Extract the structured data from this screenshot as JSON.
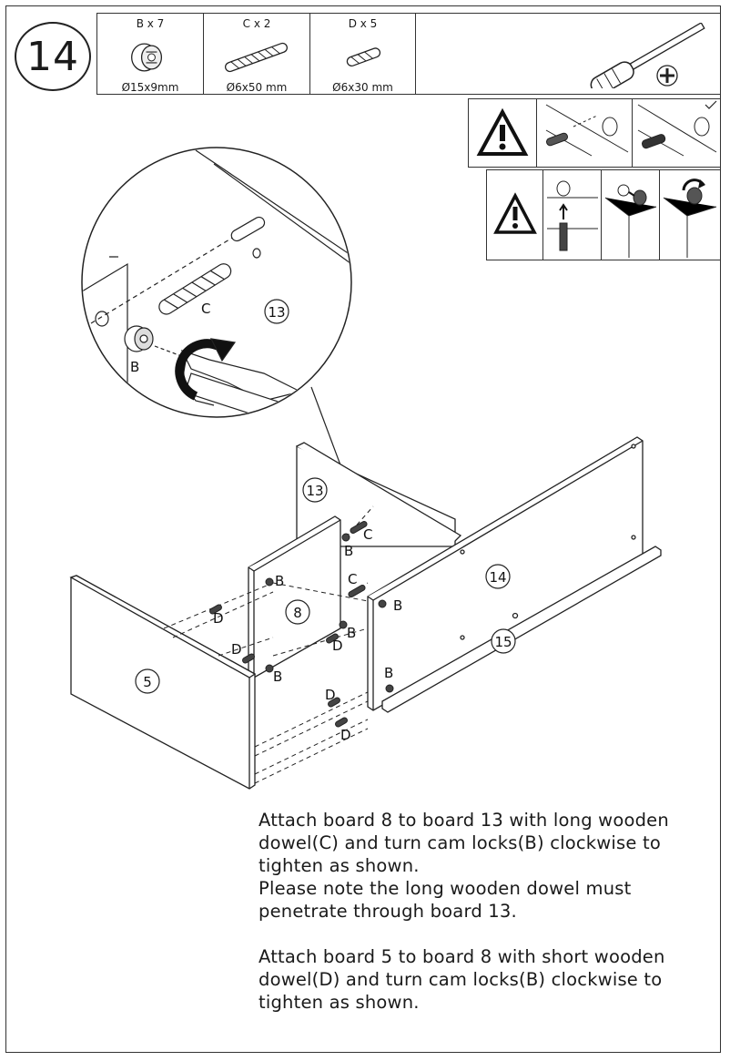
{
  "step": {
    "number": "14"
  },
  "parts": [
    {
      "label": "B x 7",
      "size": "Ø15x9mm",
      "icon": "cam-lock-icon"
    },
    {
      "label": "C x 2",
      "size": "Ø6x50 mm",
      "icon": "long-dowel-icon"
    },
    {
      "label": "D x 5",
      "size": "Ø6x30 mm",
      "icon": "short-dowel-icon"
    }
  ],
  "tool": {
    "icon": "phillips-screwdriver-icon"
  },
  "warnings": {
    "row1": [
      "warning-triangle-icon",
      "dowel-insert-icon",
      "dowel-insert-correct-icon"
    ],
    "row2": [
      "warning-triangle-icon",
      "cam-bolt-insert-icon",
      "cam-lock-align-icon",
      "cam-lock-turn-icon"
    ]
  },
  "diagram": {
    "boards": {
      "b13": "13",
      "b14": "14",
      "b15": "15",
      "b8": "8",
      "b5": "5"
    },
    "hardware_labels": {
      "cam": "B",
      "long_dowel": "C",
      "short_dowel": "D"
    }
  },
  "instructions": [
    "Attach board 8 to board 13 with long wooden\ndowel(C) and turn cam locks(B) clockwise to\ntighten as shown.\nPlease note the long wooden dowel must\npenetrate through board 13.",
    "Attach board 5 to board 8 with short wooden\ndowel(D) and turn cam locks(B) clockwise to\ntighten as shown."
  ]
}
